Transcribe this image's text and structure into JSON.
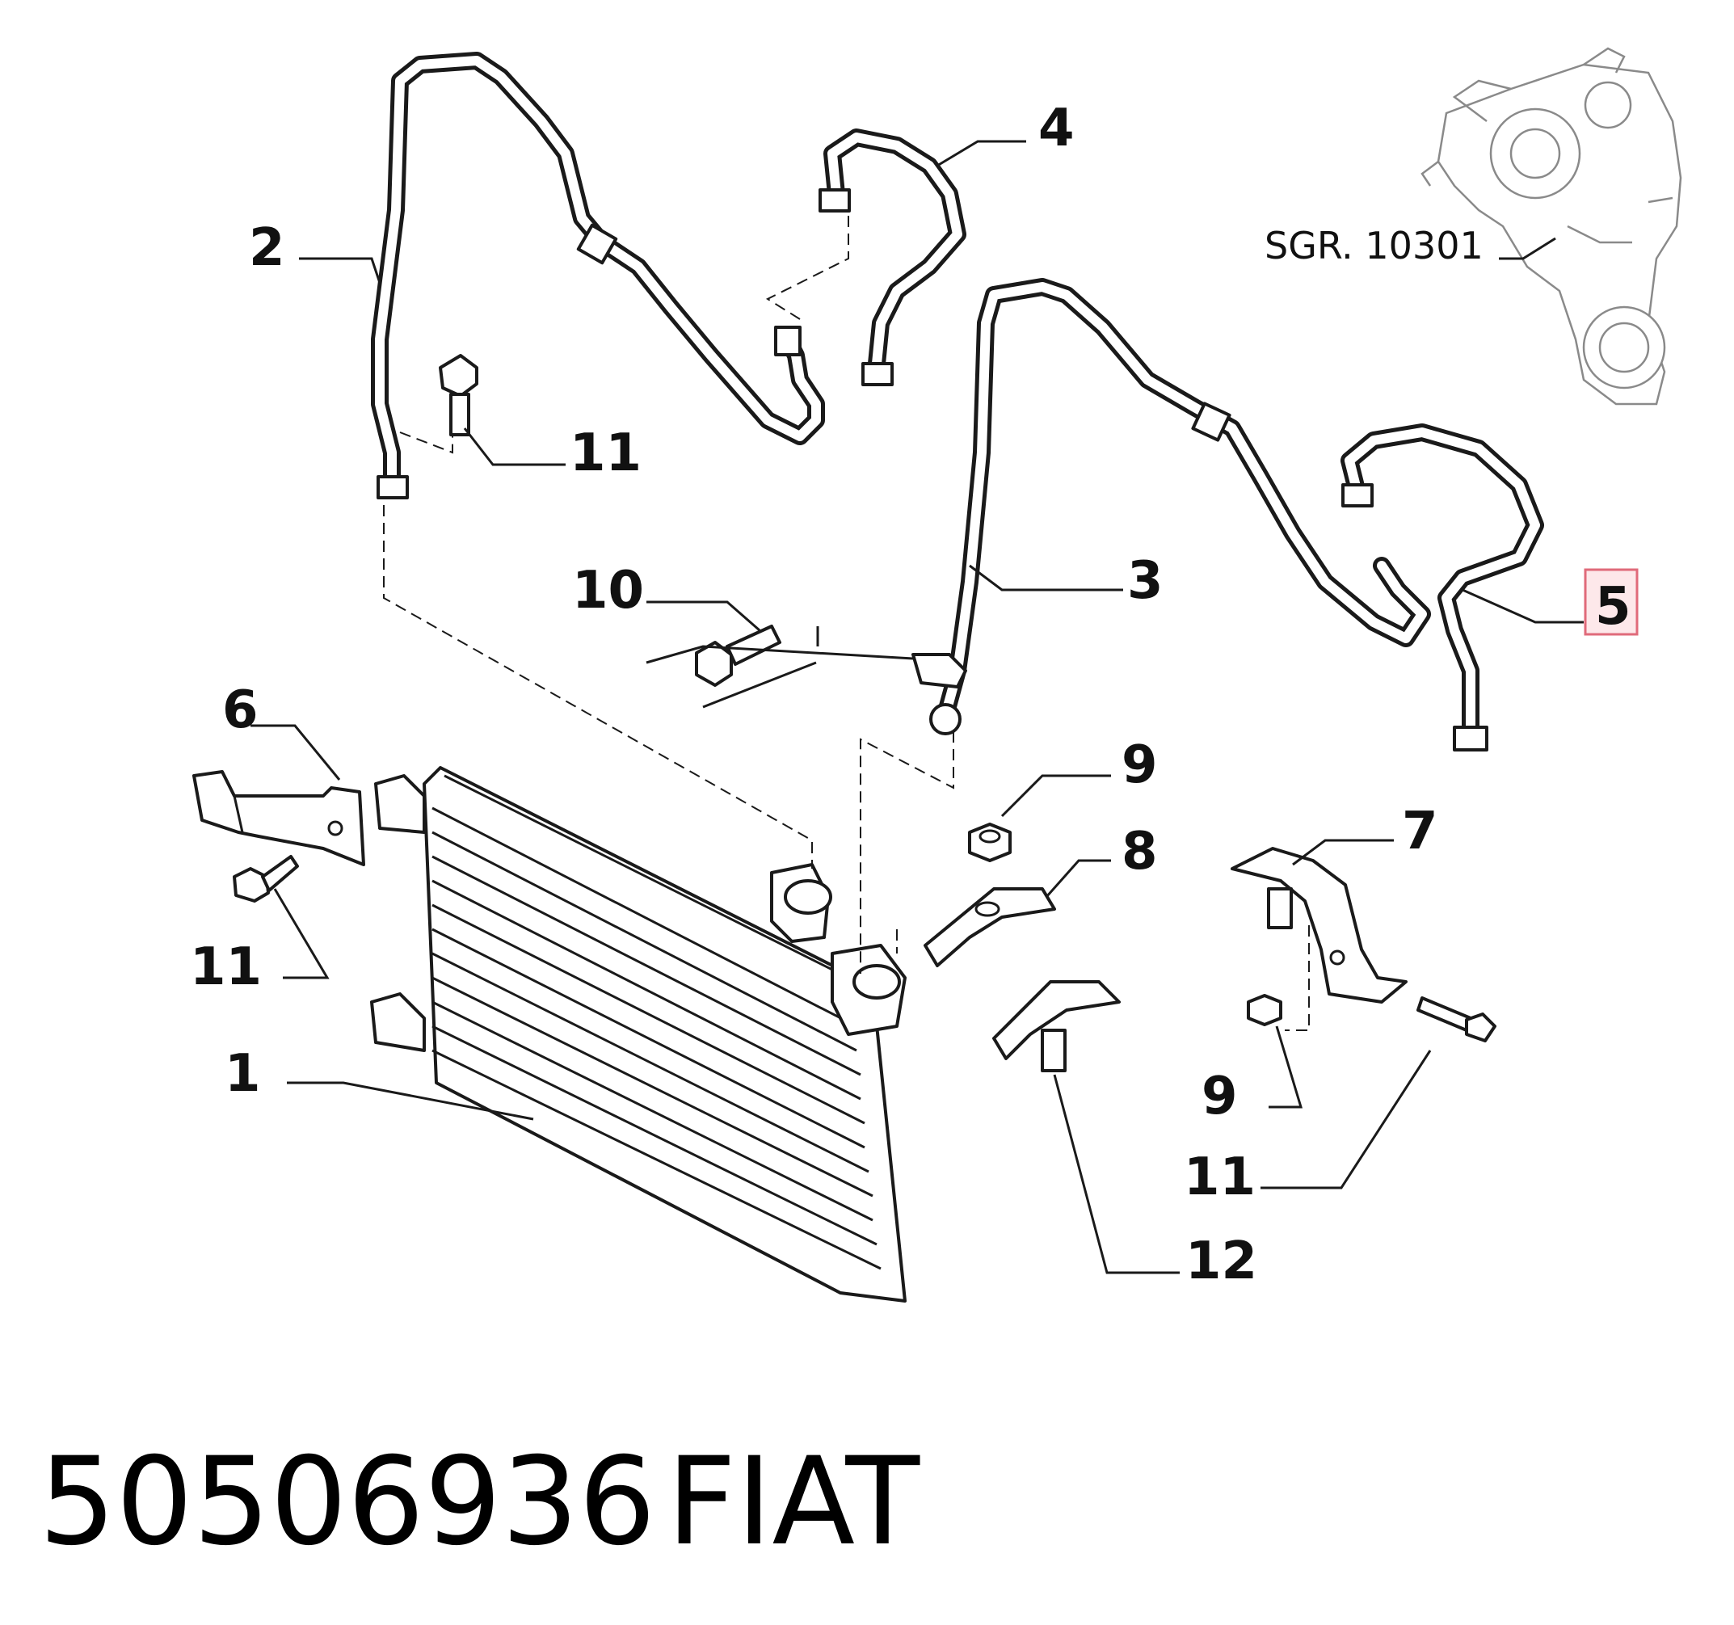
{
  "callouts": {
    "c1": "1",
    "c2": "2",
    "c3": "3",
    "c4": "4",
    "c5": "5",
    "c6": "6",
    "c7": "7",
    "c8": "8",
    "c9a": "9",
    "c9b": "9",
    "c10": "10",
    "c11a": "11",
    "c11b": "11",
    "c11c": "11",
    "c12": "12"
  },
  "reference": {
    "label": "SGR. 10301"
  },
  "footer": {
    "part_number": "50506936",
    "brand": "FIAT"
  },
  "highlight": {
    "callout": "5",
    "color": "#e06a7a",
    "fill": "#fde8ea"
  }
}
